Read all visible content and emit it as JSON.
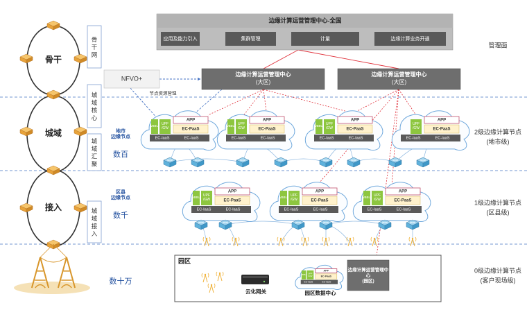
{
  "colors": {
    "top_box": "#bdbdbd",
    "dark_box": "#595959",
    "manager_box": "#6e6e6e",
    "red_line": "#e0303a",
    "blue_dash": "#4472c4",
    "blue_text": "#1f4e9e",
    "green": "#8dc63f",
    "pink_border": "#c0506d",
    "cloud_border": "#6fa8dc",
    "router": "#e8a33a",
    "antenna": "#f0b23a"
  },
  "center": {
    "title": "边缘计算运营管理中心-全国",
    "modules": [
      "应用及能力引入",
      "集群管理",
      "计量",
      "边缘计算业务开通"
    ]
  },
  "region_managers": [
    {
      "line1": "边缘计算运营管理中心",
      "line2": "(大区)"
    },
    {
      "line1": "边缘计算运营管理中心",
      "line2": "(大区)"
    }
  ],
  "nfvo": {
    "label": "NFVO+",
    "link_label": "节点资源管理"
  },
  "left_rings": [
    {
      "label": "骨干"
    },
    {
      "label": "城域"
    },
    {
      "label": "接入"
    }
  ],
  "vertical_labels": [
    "骨干网",
    "城域核心",
    "城域汇聚",
    "城域接入"
  ],
  "row_labels": [
    {
      "name": "地市\n边缘节点",
      "count": "数百"
    },
    {
      "name": "区县\n边缘节点",
      "count": "数千"
    },
    {
      "name": "",
      "count": "数十万"
    }
  ],
  "right_labels": [
    {
      "line1": "管理面",
      "line2": ""
    },
    {
      "line1": "2级边缘计算节点",
      "line2": "(地市级)"
    },
    {
      "line1": "1级边缘计算节点",
      "line2": "(区县级)"
    },
    {
      "line1": "0级边缘计算节点",
      "line2": "(客户现场级)"
    }
  ],
  "node_labels": {
    "app": "APP",
    "vbbu": "vBBU",
    "upf": "UPF\n/GW",
    "paas": "EC-PaaS",
    "iaas": "EC-IaaS"
  },
  "park": {
    "title": "园区",
    "gateway": "云化网关",
    "datacenter": "园区数据中心",
    "manager": "边缘计算运营管理中\n心\n(园区)"
  }
}
